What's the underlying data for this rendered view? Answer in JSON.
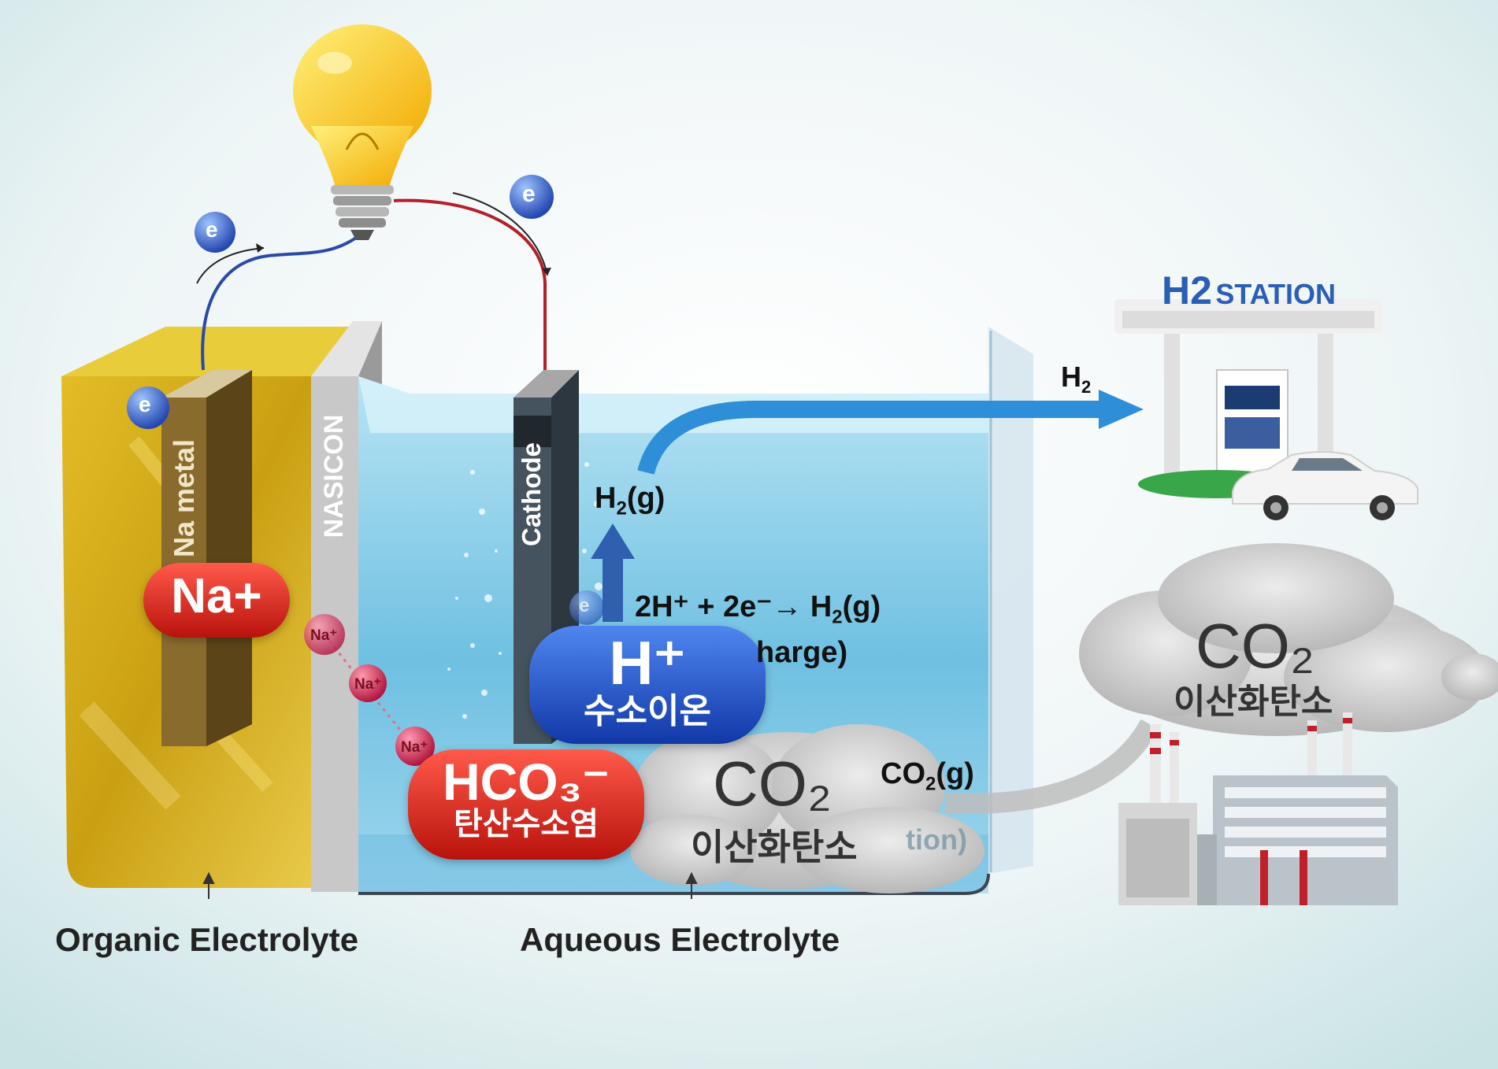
{
  "labels": {
    "na_metal": "Na metal",
    "nasicon": "NASICON",
    "cathode": "Cathode",
    "h2_gas": "H",
    "h2_gas_sub": "2",
    "h2_gas_tail": "(g)",
    "reaction": "2H⁺ + 2e⁻→ H",
    "reaction_sub": "2",
    "reaction_tail": "(g)",
    "reaction_line2": "harge)",
    "co2_gas": "CO",
    "co2_gas_sub": "2",
    "co2_gas_tail": "(g)",
    "co2_partial": "tion)",
    "organic_electrolyte": "Organic Electrolyte",
    "aqueous_electrolyte": "Aqueous Electrolyte",
    "h2_arrow": "H",
    "h2_arrow_sub": "2",
    "station_h": "H",
    "station_2": "2",
    "station_word": "STATION",
    "electron": "e",
    "na_small": "Na⁺"
  },
  "pills": {
    "na_plus": "Na+",
    "h_plus": "H⁺",
    "h_plus_kr": "수소이온",
    "hco3": "HCO₃⁻",
    "hco3_kr": "탄산수소염"
  },
  "clouds": {
    "co2_tank": "CO₂",
    "co2_tank_kr": "이산화탄소",
    "co2_factory": "CO₂",
    "co2_factory_kr": "이산화탄소"
  },
  "colors": {
    "organic": "#d4ad1c",
    "water": "#8fd0ea",
    "na_pill": "#d8221b",
    "h_pill": "#1d4fc6",
    "flow_arrow": "#2f8ed8",
    "station_text": "#2a5fb5"
  }
}
